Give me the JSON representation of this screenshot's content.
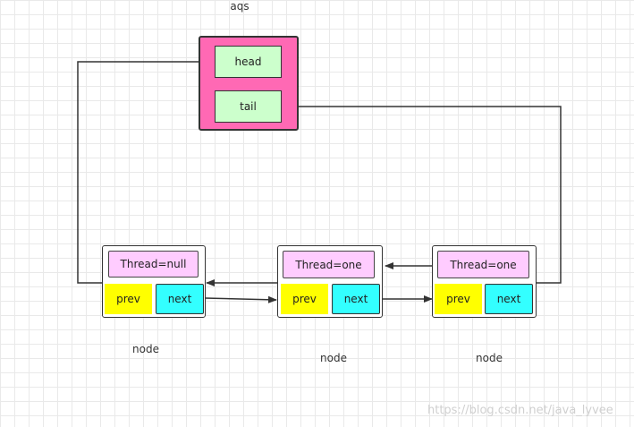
{
  "aqs": {
    "label": "aqs",
    "head_label": "head",
    "tail_label": "tail"
  },
  "nodes": [
    {
      "thread": "Thread=null",
      "prev": "prev",
      "next": "next",
      "caption": "node"
    },
    {
      "thread": "Thread=one",
      "prev": "prev",
      "next": "next",
      "caption": "node"
    },
    {
      "thread": "Thread=one",
      "prev": "prev",
      "next": "next",
      "caption": "node"
    }
  ],
  "colors": {
    "aqs_fill": "#ff69b4",
    "field_fill": "#ccffcc",
    "thread_fill": "#ffccff",
    "prev_fill": "#ffff00",
    "next_fill": "#33ffff",
    "line": "#333333"
  },
  "watermark": "https://blog.csdn.net/java_lyvee"
}
